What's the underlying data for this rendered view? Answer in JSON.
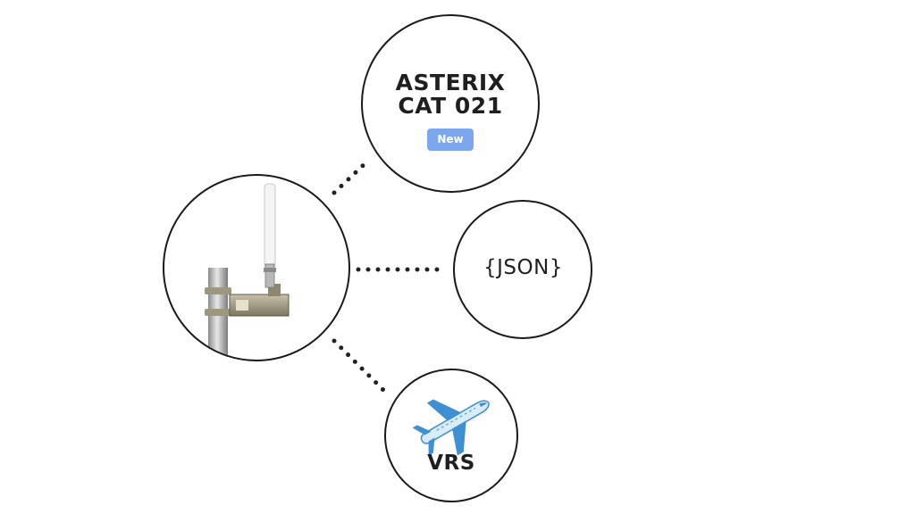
{
  "nodes": {
    "asterix": {
      "line1": "ASTERIX",
      "line2": "CAT 021",
      "badge": "New"
    },
    "json": {
      "label": "{JSON}"
    },
    "vrs": {
      "label": "VRS",
      "icon": "airplane-icon"
    },
    "receiver": {
      "icon": "antenna-icon"
    }
  },
  "colors": {
    "circle_stroke": "#1a1a1a",
    "dots": "#222222",
    "badge": "#7da7ec",
    "airplane_body": "#d9ecf9",
    "airplane_blue": "#3f8fd3"
  }
}
